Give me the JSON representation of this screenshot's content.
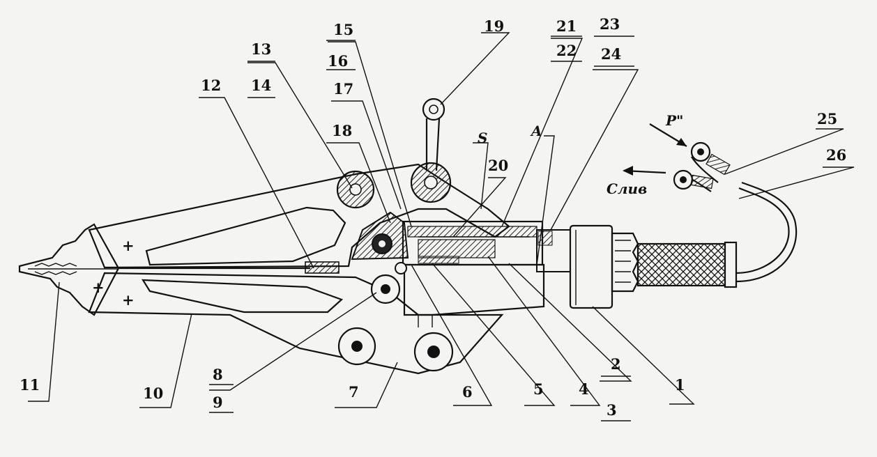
{
  "diagram": {
    "part_numbers": [
      "1",
      "2",
      "3",
      "4",
      "5",
      "6",
      "7",
      "8",
      "9",
      "10",
      "11",
      "12",
      "13",
      "14",
      "15",
      "16",
      "17",
      "18",
      "19",
      "20",
      "21",
      "22",
      "23",
      "24",
      "25",
      "26"
    ],
    "section_labels": {
      "S": "S",
      "A": "A"
    },
    "pressure_label": "P\"",
    "drain_label": "Слив",
    "plus_sign": "+"
  }
}
